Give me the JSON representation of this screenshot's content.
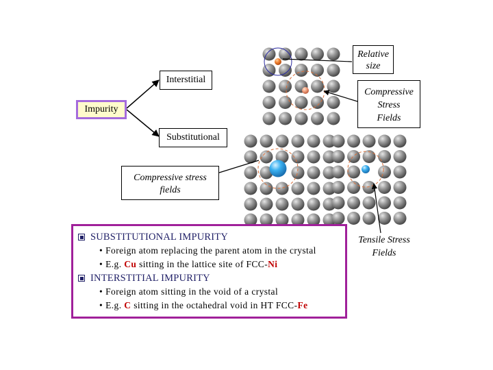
{
  "labels": {
    "impurity": "Impurity",
    "interstitial": "Interstitial",
    "substitutional": "Substitutional",
    "compressive_fields": [
      "Compressive stress",
      "fields"
    ],
    "relative_size": [
      "Relative",
      "size"
    ],
    "compressive_stress": [
      "Compressive",
      "Stress",
      "Fields"
    ],
    "tensile_stress": [
      "Tensile Stress",
      "Fields"
    ]
  },
  "info": {
    "substitutional_heading": "SUBSTITUTIONAL IMPURITY",
    "sub_line1": "Foreign atom replacing the parent atom in the crystal",
    "sub_line2_pre": "E.g.",
    "sub_line2_host_elem": "Cu",
    "sub_line2_mid": "sitting in the lattice site of FCC-",
    "sub_line2_site_elem": "Ni",
    "interstitial_heading": "INTERSTITIAL IMPURITY",
    "int_line1": "Foreign atom sitting in the void of a crystal",
    "int_line2_pre": "E.g.",
    "int_line2_host_elem": "C",
    "int_line2_mid": "sitting in the octahedral void in HT FCC-",
    "int_line2_site_elem": "Fe"
  },
  "colors": {
    "atom": "#8c8c8c",
    "interstitial_atom": "#f08030",
    "large_substitutional": "#3ab0f0",
    "small_substitutional": "#48b8f2",
    "stress_circle": "#d9703a",
    "info_border": "#a0209a",
    "impurity_border": "#a56bdc",
    "impurity_fill": "#fffbcc",
    "highlight_text": "#c00000"
  },
  "icons": [
    "square-bullet-icon",
    "dot-bullet-icon",
    "arrow-icon"
  ]
}
